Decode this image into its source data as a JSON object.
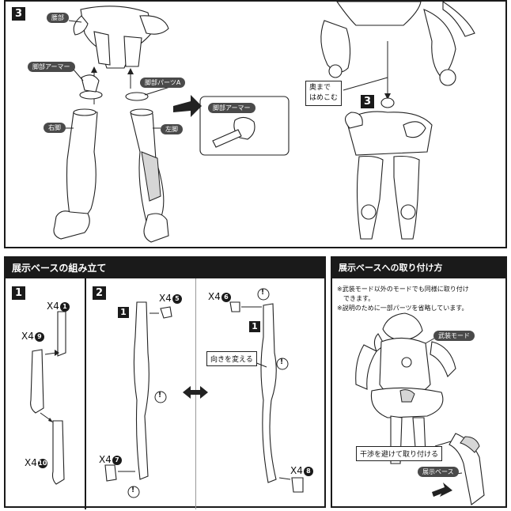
{
  "top_left": {
    "step": "3",
    "labels": {
      "waist": "腰部",
      "leg_armor": "脚部アーマー",
      "leg_parts_a": "脚部パーツA",
      "right_leg": "右脚",
      "left_leg": "左脚",
      "inset_leg_armor": "脚部アーマー"
    }
  },
  "top_right": {
    "step": "3",
    "insert_note": [
      "奥まで",
      "はめこむ"
    ]
  },
  "base_assembly": {
    "title": "展示ベースの組み立て",
    "step1": "1",
    "step2": "2",
    "step2_ref": "1",
    "step3_ref": "1",
    "quantities": {
      "q1": {
        "prefix": "X4",
        "num": "1"
      },
      "q9": {
        "prefix": "X4",
        "num": "9"
      },
      "q10": {
        "prefix": "X4",
        "num": "10"
      },
      "q5": {
        "prefix": "X4",
        "num": "5"
      },
      "q7": {
        "prefix": "X4",
        "num": "7"
      },
      "q6": {
        "prefix": "X4",
        "num": "6"
      },
      "q8": {
        "prefix": "X4",
        "num": "8"
      }
    },
    "change_direction": "向きを変える",
    "caution_mark": "!"
  },
  "attach": {
    "title": "展示ベースへの取り付け方",
    "notes": [
      "※武装モード以外のモードでも同様に取り付け",
      "　できます。",
      "※説明のために一部パーツを省略しています。"
    ],
    "armed_mode": "武装モード",
    "avoid_interference": "干渉を避けて取り付ける",
    "display_base": "展示ベース"
  }
}
